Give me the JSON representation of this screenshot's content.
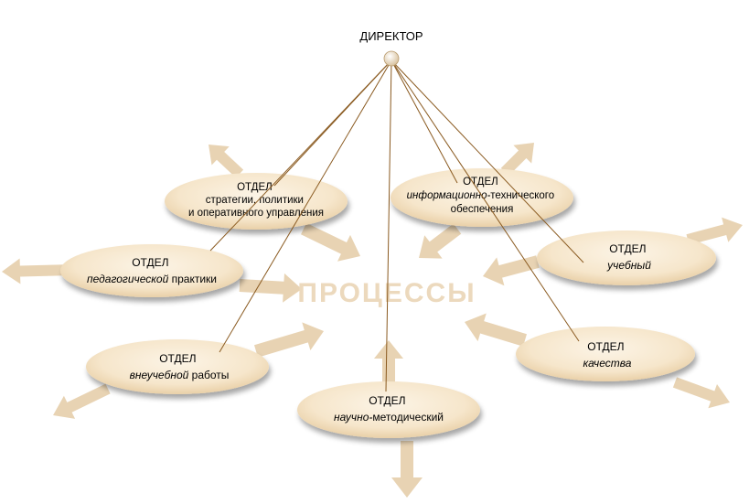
{
  "director": {
    "label": "ДИРЕКТОР"
  },
  "center": {
    "label": "ПРОЦЕССЫ"
  },
  "departments": [
    {
      "id": "strategy",
      "lines": [
        {
          "t": "ОТДЕЛ"
        },
        {
          "t": "стратегии, политики"
        },
        {
          "t": "и оперативного управления"
        }
      ]
    },
    {
      "id": "it",
      "lines": [
        {
          "t": "ОТДЕЛ"
        },
        {
          "t": "информационно-технического",
          "i": "информационно-"
        },
        {
          "t": "обеспечения"
        }
      ]
    },
    {
      "id": "teaching",
      "lines": [
        {
          "t": "ОТДЕЛ"
        },
        {
          "t": "педагогической практики",
          "i": "педагогической"
        }
      ]
    },
    {
      "id": "education",
      "lines": [
        {
          "t": "ОТДЕЛ"
        },
        {
          "t": "учебный",
          "i": "учебный"
        }
      ]
    },
    {
      "id": "extra",
      "lines": [
        {
          "t": "ОТДЕЛ"
        },
        {
          "t": "внеучебной работы",
          "i": "внеучебной"
        }
      ]
    },
    {
      "id": "quality",
      "lines": [
        {
          "t": "ОТДЕЛ"
        },
        {
          "t": "качества",
          "i": "качества"
        }
      ]
    },
    {
      "id": "science",
      "lines": [
        {
          "t": "ОТДЕЛ"
        },
        {
          "t": "научно-методический",
          "i": "научно-"
        }
      ]
    }
  ],
  "colors": {
    "ellipse_fill": "#f7e8cf",
    "ellipse_edge": "#d8b88a",
    "arrow": "#e8d3b3",
    "connector": "#8a5a20",
    "center_text": "#ecd9bd"
  }
}
